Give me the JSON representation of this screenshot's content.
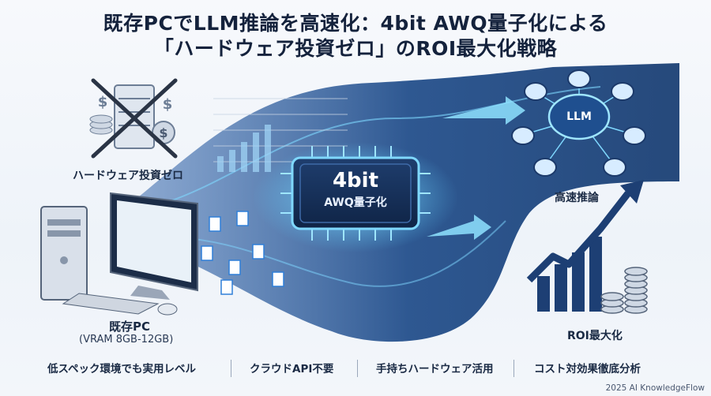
{
  "title": {
    "line1": "既存PCでLLM推論を高速化：4bit AWQ量子化による",
    "line2": "「ハードウェア投資ゼロ」のROI最大化戦略"
  },
  "labels": {
    "hardware_zero": "ハードウェア投資ゼロ",
    "existing_pc": "既存PC",
    "vram": "(VRAM 8GB-12GB)",
    "chip_main": "4bit",
    "chip_sub": "AWQ量子化",
    "llm": "LLM",
    "fast_inference": "高速推論",
    "roi_max": "ROI最大化"
  },
  "bottom": {
    "items": [
      "低スペック環境でも実用レベル",
      "クラウドAPI不要",
      "手持ちハードウェア活用",
      "コスト対効果徹底分析"
    ]
  },
  "copyright": "2025 AI KnowledgeFlow",
  "colors": {
    "navy": "#14223c",
    "flow_blue": "#1f4f8f",
    "glow": "#5fd0ff",
    "accent": "#2f7fd8"
  },
  "icons": [
    "server-icon",
    "dollar-coin-icon",
    "brain-icon",
    "growth-arrow-icon",
    "document-icon",
    "computer-icon"
  ]
}
